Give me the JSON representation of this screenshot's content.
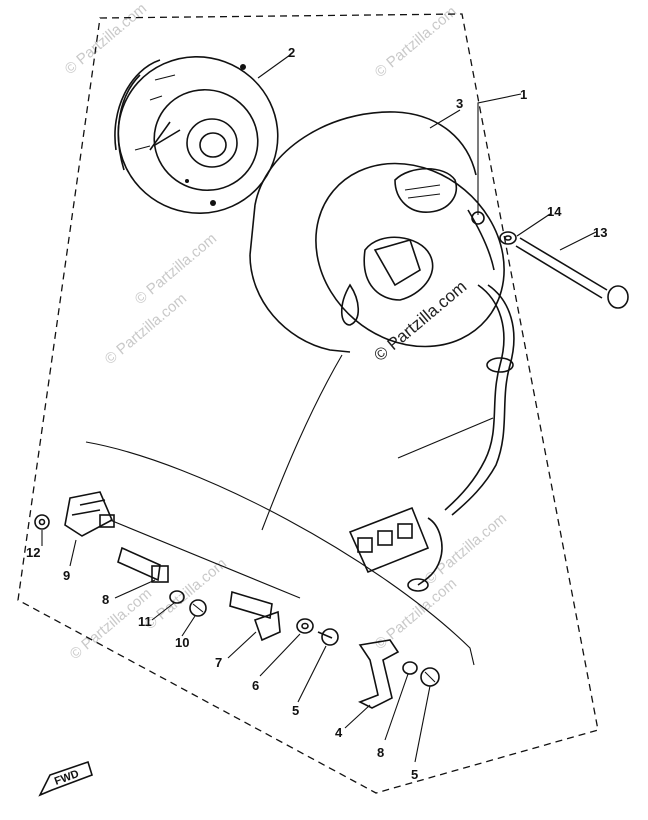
{
  "watermark": "© Partzilla.com",
  "fwd_mark": "FWD",
  "callouts": {
    "c1": "1",
    "c2": "2",
    "c3": "3",
    "c4": "4",
    "c5a": "5",
    "c5b": "5",
    "c6": "6",
    "c7": "7",
    "c8a": "8",
    "c8b": "8",
    "c9": "9",
    "c10": "10",
    "c11": "11",
    "c12": "12",
    "c13": "13",
    "c14": "14"
  }
}
